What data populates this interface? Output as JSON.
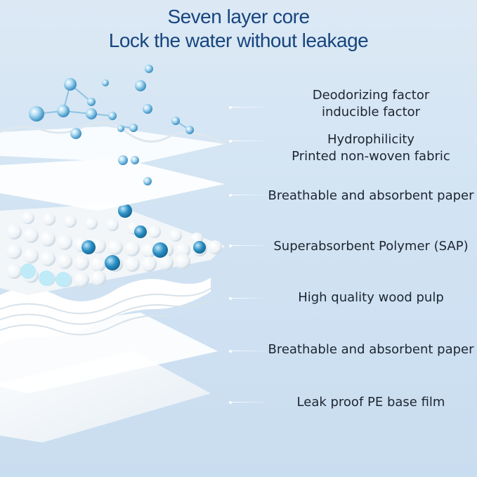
{
  "title": {
    "line1": "Seven layer core",
    "line2": "Lock the water without leakage"
  },
  "layers": [
    {
      "line1": "Deodorizing factor",
      "line2": "inducible factor"
    },
    {
      "line1": "Hydrophilicity",
      "line2": "Printed non-woven fabric"
    },
    {
      "line1": "Breathable and absorbent paper",
      "line2": ""
    },
    {
      "line1": "Superabsorbent Polymer (SAP)",
      "line2": ""
    },
    {
      "line1": "High quality wood pulp",
      "line2": ""
    },
    {
      "line1": "Breathable and absorbent paper",
      "line2": ""
    },
    {
      "line1": "Leak proof PE base film",
      "line2": ""
    }
  ],
  "colors": {
    "background": "#d3e4f3",
    "title": "#17457e",
    "label": "#1d2530",
    "sap_blue": "#2a8fc4"
  }
}
